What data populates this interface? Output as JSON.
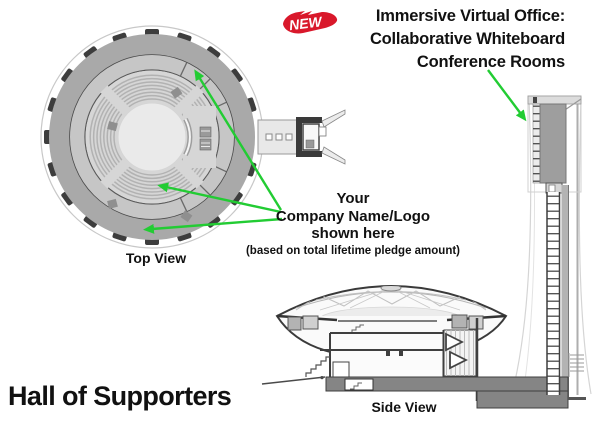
{
  "badge": {
    "label": "NEW"
  },
  "headline": {
    "lines": [
      "Immersive Virtual Office:",
      "Collaborative Whiteboard",
      "Conference Rooms"
    ]
  },
  "callout": {
    "lines": [
      "Your",
      "Company Name/Logo",
      "shown here"
    ],
    "note": "(based on total lifetime pledge amount)"
  },
  "diagram_labels": {
    "top_view": "Top View",
    "side_view": "Side View"
  },
  "title": "Hall of Supporters",
  "colors": {
    "annotation_green": "#22cc33",
    "badge_red": "#d9182b",
    "text_black": "#111111",
    "drawing_gray_dark": "#3d3d3d",
    "drawing_gray_mid": "#a9a9a9",
    "drawing_gray_light": "#d6d6d6"
  }
}
